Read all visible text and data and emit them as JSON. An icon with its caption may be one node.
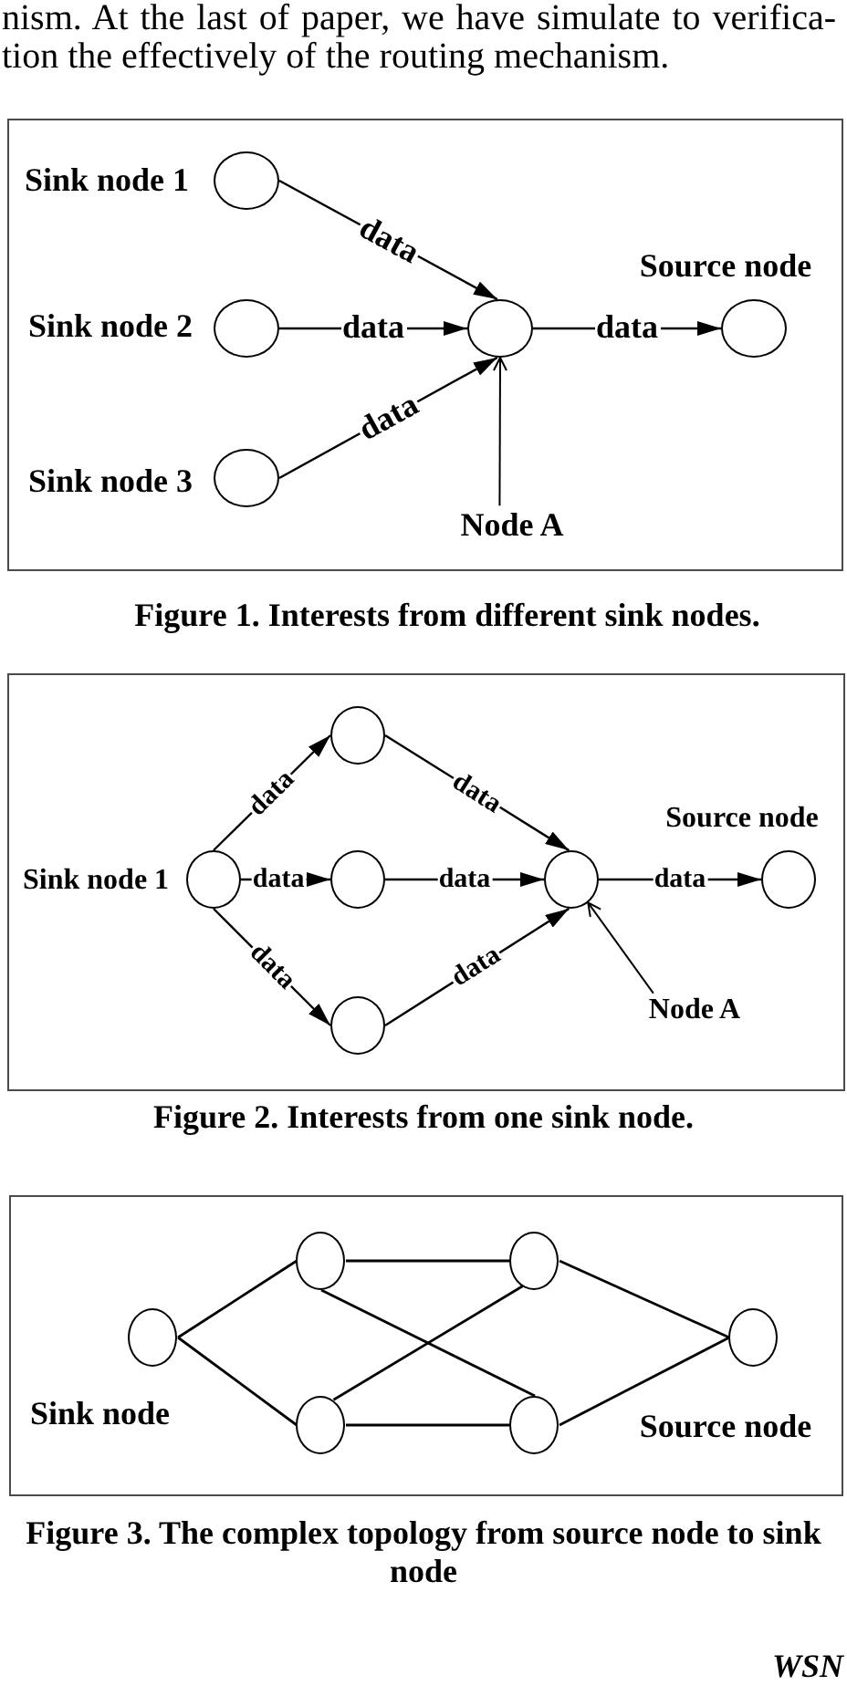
{
  "diagram": {
    "nodes": [
      {
        "text": [],
        "shape": "box"
      },
      {
        "text": [],
        "shape": "circle",
        "in": 0,
        "beside": [
          "Sink node 1"
        ]
      },
      {
        "text": [],
        "shape": "circle",
        "in": 0,
        "beside": [
          "Sink node 2"
        ]
      },
      {
        "text": [],
        "shape": "circle",
        "in": 0,
        "beside": [
          "Sink node 3"
        ]
      },
      {
        "text": [],
        "shape": "circle",
        "in": 0
      },
      {
        "text": [],
        "shape": "circle",
        "in": 0,
        "beside": [
          "Source node"
        ]
      },
      {
        "text": [
          "Node A"
        ],
        "in": 0
      },
      {
        "text": [],
        "shape": "box"
      },
      {
        "text": [],
        "shape": "circle",
        "in": 7,
        "beside": [
          "Sink node 1"
        ]
      },
      {
        "text": [],
        "shape": "circle",
        "in": 7
      },
      {
        "text": [],
        "shape": "circle",
        "in": 7
      },
      {
        "text": [],
        "shape": "circle",
        "in": 7
      },
      {
        "text": [],
        "shape": "circle",
        "in": 7
      },
      {
        "text": [],
        "shape": "circle",
        "in": 7,
        "beside": [
          "Source node"
        ]
      },
      {
        "text": [
          "Node A"
        ],
        "in": 7
      },
      {
        "text": [],
        "shape": "box"
      },
      {
        "text": [],
        "shape": "circle",
        "in": 15,
        "beside": [
          "Sink node"
        ]
      },
      {
        "text": [],
        "shape": "circle",
        "in": 15
      },
      {
        "text": [],
        "shape": "circle",
        "in": 15
      },
      {
        "text": [],
        "shape": "circle",
        "in": 15
      },
      {
        "text": [],
        "shape": "circle",
        "in": 15
      },
      {
        "text": [],
        "shape": "circle",
        "in": 15,
        "beside": [
          "Source node"
        ]
      }
    ],
    "edges": [
      {
        "from": 1,
        "to": 4,
        "arrow": "to",
        "label": "data"
      },
      {
        "from": 2,
        "to": 4,
        "arrow": "to",
        "label": "data"
      },
      {
        "from": 3,
        "to": 4,
        "arrow": "to",
        "label": "data"
      },
      {
        "from": 4,
        "to": 5,
        "arrow": "to",
        "label": "data"
      },
      {
        "from": 6,
        "to": 4,
        "arrow": "to"
      },
      {
        "from": 8,
        "to": 9,
        "arrow": "to",
        "label": "data"
      },
      {
        "from": 8,
        "to": 10,
        "arrow": "to",
        "label": "data"
      },
      {
        "from": 8,
        "to": 11,
        "arrow": "to",
        "label": "data"
      },
      {
        "from": 9,
        "to": 12,
        "arrow": "to",
        "label": "data"
      },
      {
        "from": 10,
        "to": 12,
        "arrow": "to",
        "label": "data"
      },
      {
        "from": 11,
        "to": 12,
        "arrow": "to",
        "label": "data"
      },
      {
        "from": 12,
        "to": 13,
        "arrow": "to",
        "label": "data"
      },
      {
        "from": 14,
        "to": 12,
        "arrow": "to"
      },
      {
        "from": 16,
        "to": 17,
        "arrow": "none"
      },
      {
        "from": 16,
        "to": 18,
        "arrow": "none"
      },
      {
        "from": 17,
        "to": 19,
        "arrow": "none"
      },
      {
        "from": 17,
        "to": 20,
        "arrow": "none"
      },
      {
        "from": 18,
        "to": 19,
        "arrow": "none"
      },
      {
        "from": 18,
        "to": 20,
        "arrow": "none"
      },
      {
        "from": 19,
        "to": 21,
        "arrow": "none"
      },
      {
        "from": 20,
        "to": 21,
        "arrow": "none"
      }
    ],
    "labels": [
      "nism. At the last of paper, we have simulate to verifica- tion the effectively of the routing mechanism.",
      "Figure 1. Interests from different sink nodes.",
      "Figure 2. Interests from one sink node.",
      "Figure 3. The complex topology from source node to sink node",
      "WSN"
    ]
  }
}
